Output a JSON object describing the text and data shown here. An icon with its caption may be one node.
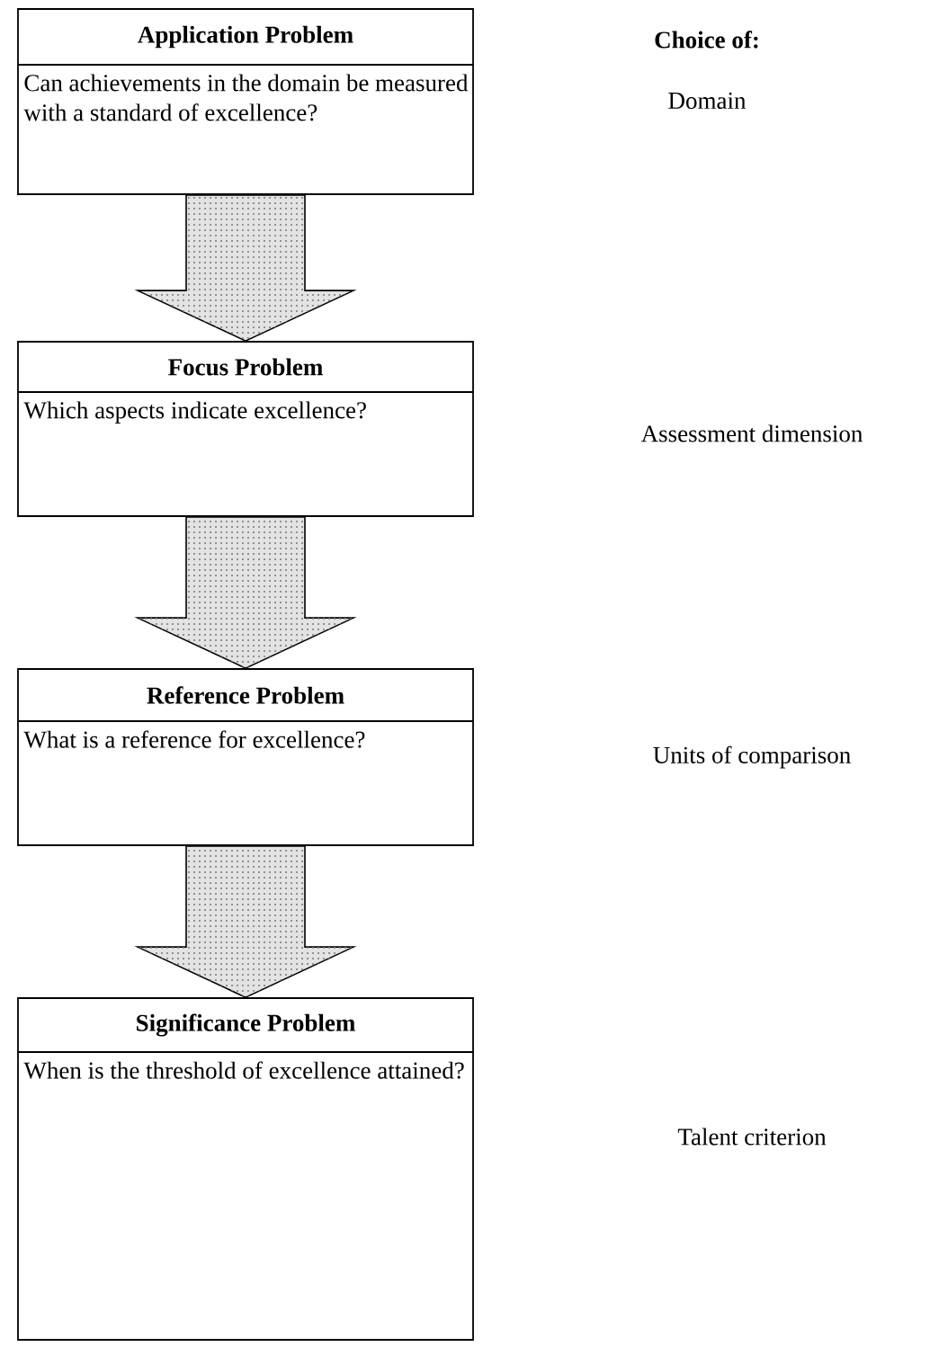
{
  "diagram": {
    "nodes": [
      {
        "text": [
          "Application Problem",
          "Can achievements in the domain be measured with a standard of excellence?"
        ]
      },
      {
        "text": [
          "Focus Problem",
          "Which aspects indicate excellence?"
        ]
      },
      {
        "text": [
          "Reference Problem",
          "What is a reference for excellence?"
        ]
      },
      {
        "text": [
          "Significance Problem",
          "When is the threshold of excellence attained?"
        ]
      }
    ],
    "edges": [
      {
        "from": 0,
        "to": 1,
        "arrow": "to"
      },
      {
        "from": 1,
        "to": 2,
        "arrow": "to"
      },
      {
        "from": 2,
        "to": 3,
        "arrow": "to"
      }
    ],
    "labels": [
      "Choice of:",
      "Domain",
      "Assessment dimension",
      "Units of comparison",
      "Talent criterion"
    ]
  }
}
